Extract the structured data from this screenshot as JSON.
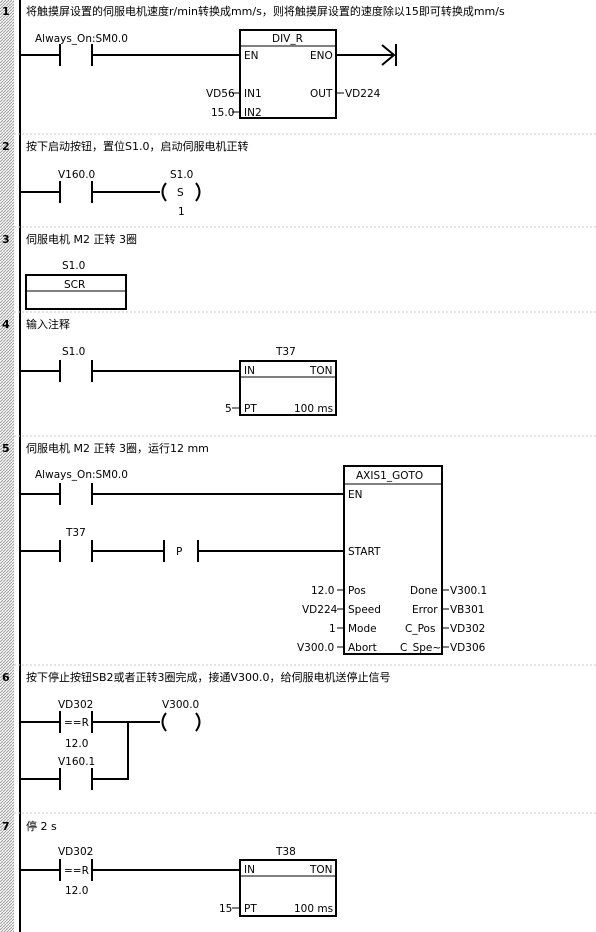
{
  "networks": [
    {
      "number": "1",
      "comment": "将触摸屏设置的伺服电机速度r/min转换成mm/s，则将触摸屏设置的速度除以15即可转换成mm/s",
      "contact": "Always_On:SM0.0",
      "block": {
        "title": "DIV_R",
        "en": "EN",
        "eno": "ENO",
        "in1": "IN1",
        "in1_value": "VD56",
        "in2": "IN2",
        "in2_value": "15.0",
        "out": "OUT",
        "out_value": "VD224"
      }
    },
    {
      "number": "2",
      "comment": "按下启动按钮，置位S1.0，启动伺服电机正转",
      "contact": "V160.0",
      "coil_address": "S1.0",
      "coil_type": "S",
      "coil_count": "1"
    },
    {
      "number": "3",
      "comment": "伺服电机 M2 正转 3圈",
      "scr_address": "S1.0",
      "scr_label": "SCR"
    },
    {
      "number": "4",
      "comment": "输入注释",
      "contact": "S1.0",
      "timer": {
        "name": "T37",
        "type": "TON",
        "in": "IN",
        "pt": "PT",
        "pt_value": "5",
        "base": "100 ms"
      }
    },
    {
      "number": "5",
      "comment": "伺服电机 M2 正转 3圈，运行12 mm",
      "contact1": "Always_On:SM0.0",
      "contact2": "T37",
      "pulse": "P",
      "block": {
        "title": "AXIS1_GOTO",
        "en": "EN",
        "start": "START",
        "pos": "Pos",
        "pos_value": "12.0",
        "speed": "Speed",
        "speed_value": "VD224",
        "mode": "Mode",
        "mode_value": "1",
        "abort": "Abort",
        "abort_value": "V300.0",
        "done": "Done",
        "done_value": "V300.1",
        "error": "Error",
        "error_value": "VB301",
        "cpos": "C_Pos",
        "cpos_value": "VD302",
        "cspd": "C_Spe~",
        "cspd_value": "VD306"
      }
    },
    {
      "number": "6",
      "comment": "按下停止按钮SB2或者正转3圈完成，接通V300.0，给伺服电机送停止信号",
      "cmp_address": "VD302",
      "cmp_op": "==R",
      "cmp_value": "12.0",
      "contact2": "V160.1",
      "coil_address": "V300.0"
    },
    {
      "number": "7",
      "comment": "停 2 s",
      "cmp_address": "VD302",
      "cmp_op": "==R",
      "cmp_value": "12.0",
      "timer": {
        "name": "T38",
        "type": "TON",
        "in": "IN",
        "pt": "PT",
        "pt_value": "15",
        "base": "100 ms"
      }
    }
  ]
}
